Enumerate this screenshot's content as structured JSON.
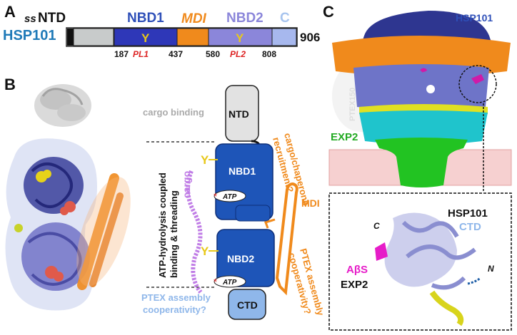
{
  "panel_labels": {
    "a": "A",
    "b": "B",
    "c": "C"
  },
  "panel_a": {
    "protein": "HSP101",
    "length": "906",
    "domains": [
      {
        "label": "ss",
        "color": "#111111"
      },
      {
        "label": "NTD",
        "color": "#c8cbcb"
      },
      {
        "label": "NBD1",
        "color": "#2e37b8"
      },
      {
        "label": "MDI",
        "color": "#f08a1c"
      },
      {
        "label": "NBD2",
        "color": "#8b86da"
      },
      {
        "label": "C",
        "color": "#a7b8ee"
      }
    ],
    "positions": [
      "187",
      "437",
      "580",
      "808"
    ],
    "loops": [
      "PL1",
      "PL2"
    ],
    "loop_marker": "Y"
  },
  "panel_b": {
    "cargo_binding": "cargo binding",
    "ntd": "NTD",
    "nbd1": "NBD1",
    "nbd2": "NBD2",
    "ctd": "CTD",
    "atp": "ATP",
    "mdi": "MDI",
    "cargo": "cargo",
    "vertical_text_black": "ATP-hydrolysis coupled binding & threading",
    "cargo_chaperone": "cargo/chaperone recruitment?",
    "ptex_assembly_coop_orange": "PTEX assembly cooperativity?",
    "ptex_assembly_coop_blue_1": "PTEX assembly",
    "ptex_assembly_coop_blue_2": "cooperativity?"
  },
  "panel_c": {
    "hsp101_title": "HSP101",
    "ptex150": "PTEX150",
    "exp2": "EXP2",
    "inset_hsp101": "HSP101",
    "inset_ctd": "CTD",
    "inset_c": "C",
    "inset_n": "N",
    "abeta": "AβS",
    "inset_exp2": "EXP2"
  }
}
